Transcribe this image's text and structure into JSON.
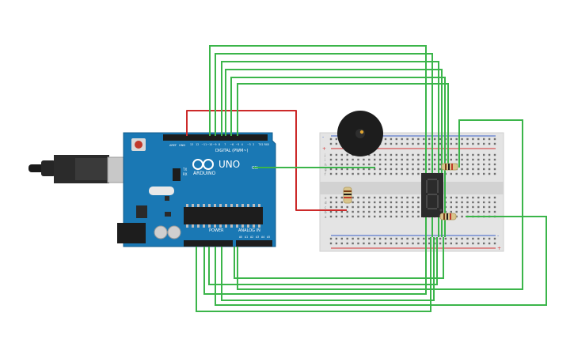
{
  "board": {
    "brand": "ARDUINO",
    "model": "UNO",
    "digital_label": "DIGITAL (PWM~)",
    "power_label": "POWER",
    "analog_label": "ANALOG IN",
    "on_label": "ON",
    "tx_label": "TX",
    "rx_label": "RX",
    "aref_label": "AREF",
    "gnd_label": "GND",
    "reset_label": "RESET",
    "v33_label": "3.3V",
    "v5_label": "5V",
    "vin_label": "VIN",
    "top_pin_numbers": [
      "13",
      "12",
      "~11",
      "~10",
      "~9",
      "8",
      "7",
      "~6",
      "~5",
      "4",
      "~3",
      "2",
      "TX1",
      "RX0"
    ],
    "analog_pins": [
      "A0",
      "A1",
      "A2",
      "A3",
      "A4",
      "A5"
    ]
  },
  "breadboard": {
    "rail_plus": "+",
    "rail_minus": "-",
    "row_letters_top": [
      "j",
      "i",
      "h",
      "g",
      "f"
    ],
    "row_letters_bottom": [
      "e",
      "d",
      "c",
      "b",
      "a"
    ]
  },
  "colors": {
    "wire_green": "#3bb54a",
    "wire_red": "#cc2a2a",
    "board_blue": "#1a78b4",
    "breadboard": "#e4e4e4",
    "rail_red": "#d23232",
    "rail_blue": "#3a5fc8"
  },
  "components": {
    "buzzer": "buzzer",
    "seven_segment": "7-segment display",
    "resistors": [
      "resistor",
      "resistor",
      "resistor"
    ]
  }
}
